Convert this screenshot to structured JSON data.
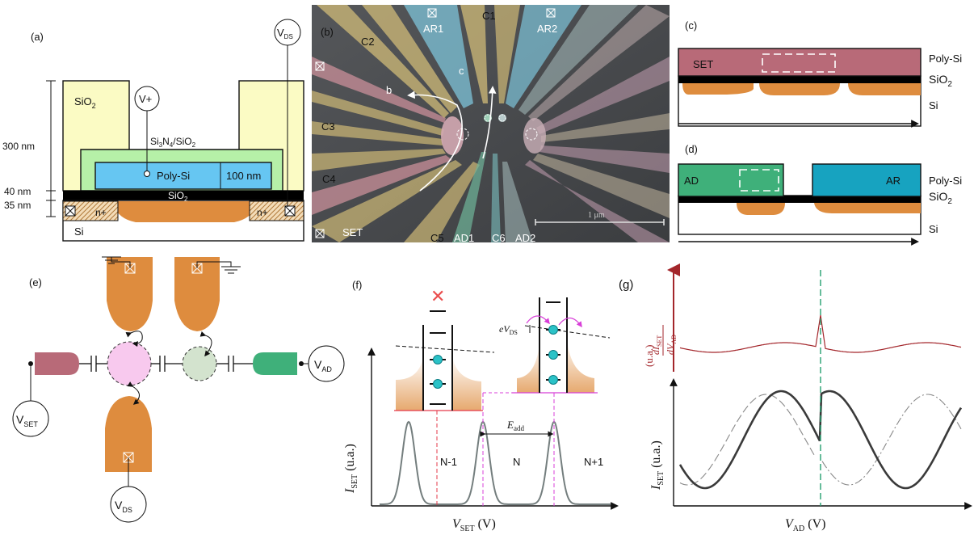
{
  "panels": {
    "a": "(a)",
    "b": "(b)",
    "c": "(c)",
    "d": "(d)",
    "e": "(e)",
    "f": "(f)",
    "g": "(g)"
  },
  "panel_a": {
    "sio2_top": "SiO",
    "sio2_top_sub": "2",
    "v_plus": "V+",
    "v_ds": "V",
    "v_ds_sub": "DS",
    "si3n4": "Si",
    "si3n4_sub1": "3",
    "si3n4_mid": "N",
    "si3n4_sub2": "4",
    "si3n4_tail": "/SiO",
    "si3n4_sub3": "2",
    "poly_si": "Poly-Si",
    "dim_100": "100 nm",
    "dim_300": "300 nm",
    "dim_40": "40 nm",
    "dim_35": "35 nm",
    "sio2_mid": "SiO",
    "sio2_mid_sub": "2",
    "n_plus_left": "n+",
    "n_plus_right": "n+",
    "si": "Si"
  },
  "panel_b": {
    "labels": {
      "c1": "C1",
      "c2": "C2",
      "c3": "C3",
      "c4": "C4",
      "c5": "C5",
      "c6": "C6",
      "ar1": "AR1",
      "ar2": "AR2",
      "ad1": "AD1",
      "ad2": "AD2",
      "set": "SET",
      "arrow_b": "b",
      "arrow_c": "c",
      "scale": "1 μm"
    }
  },
  "panel_c": {
    "set": "SET",
    "poly_si": "Poly-Si",
    "sio2": "SiO",
    "sio2_sub": "2",
    "si": "Si"
  },
  "panel_d": {
    "ad": "AD",
    "ar": "AR",
    "poly_si": "Poly-Si",
    "sio2": "SiO",
    "sio2_sub": "2",
    "si": "Si"
  },
  "panel_e": {
    "v_set": "V",
    "v_set_sub": "SET",
    "v_ad": "V",
    "v_ad_sub": "AD",
    "v_ds": "V",
    "v_ds_sub": "DS"
  },
  "panel_f": {
    "ylabel": "I",
    "ylabel_sub": "SET",
    "ylabel_unit": " (u.a.)",
    "xlabel": "V",
    "xlabel_sub": "SET",
    "xlabel_unit": " (V)",
    "region_left": "N-1",
    "region_mid": "N",
    "region_right": "N+1",
    "e_add": "E",
    "e_add_sub": "add",
    "e_vds": "eV",
    "e_vds_sub": "DS",
    "blocked_mark": "✕"
  },
  "panel_g": {
    "top_ylabel_num": "dI",
    "top_ylabel_num_sub": "SET",
    "top_ylabel_den": "dV",
    "top_ylabel_den_sub": "AD",
    "top_ylabel_unit": "(u.a.)",
    "ylabel": "I",
    "ylabel_sub": "SET",
    "ylabel_unit": " (u.a.)",
    "xlabel": "V",
    "xlabel_sub": "AD",
    "xlabel_unit": " (V)"
  },
  "colors": {
    "set_red": "#b86a78",
    "orange": "#de8c3e",
    "ad_green": "#3fb07a",
    "ar_teal": "#17a3c0",
    "poly_blue": "#66c6f2",
    "nitride_green": "#b6f0a8",
    "oxide_yellow": "#fbfbc4",
    "magenta": "#d83fd8",
    "peak_gray": "#747e7e",
    "derivative_red": "#a3262b",
    "marker_green": "#25a070"
  }
}
